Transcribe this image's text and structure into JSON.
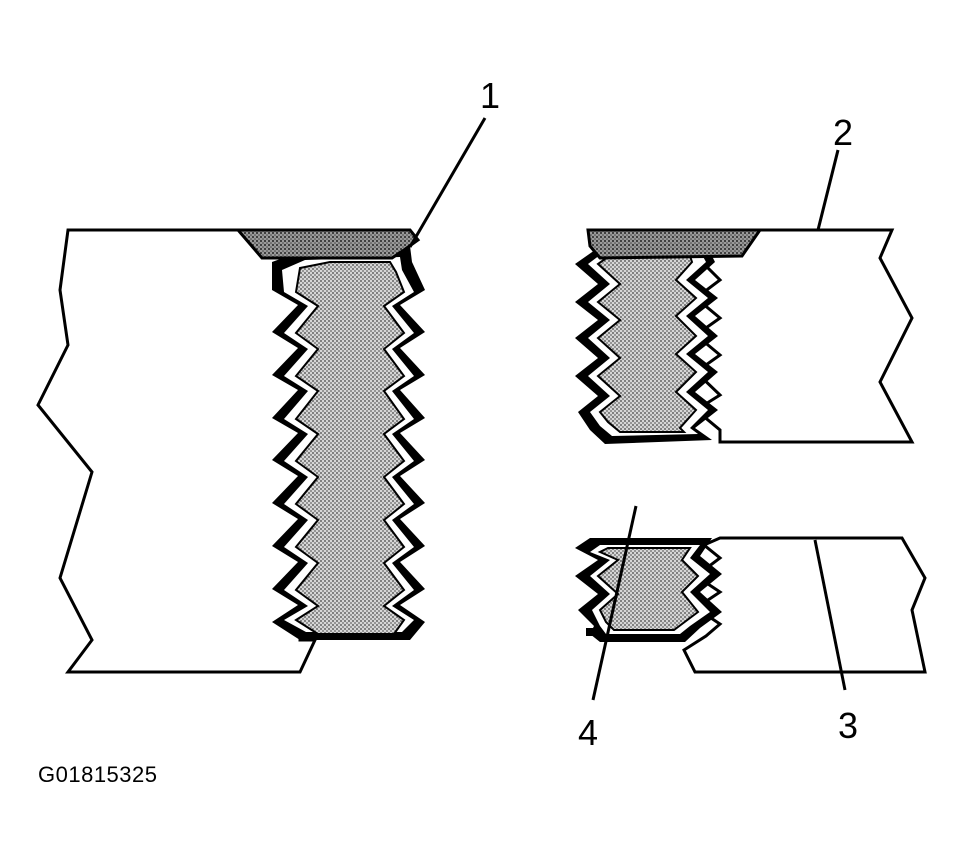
{
  "callouts": {
    "c1": "1",
    "c2": "2",
    "c3": "3",
    "c4": "4"
  },
  "figure_id": "G01815325",
  "colors": {
    "ink": "#000000",
    "paper": "#ffffff",
    "stipple": "#7a7a7a"
  }
}
